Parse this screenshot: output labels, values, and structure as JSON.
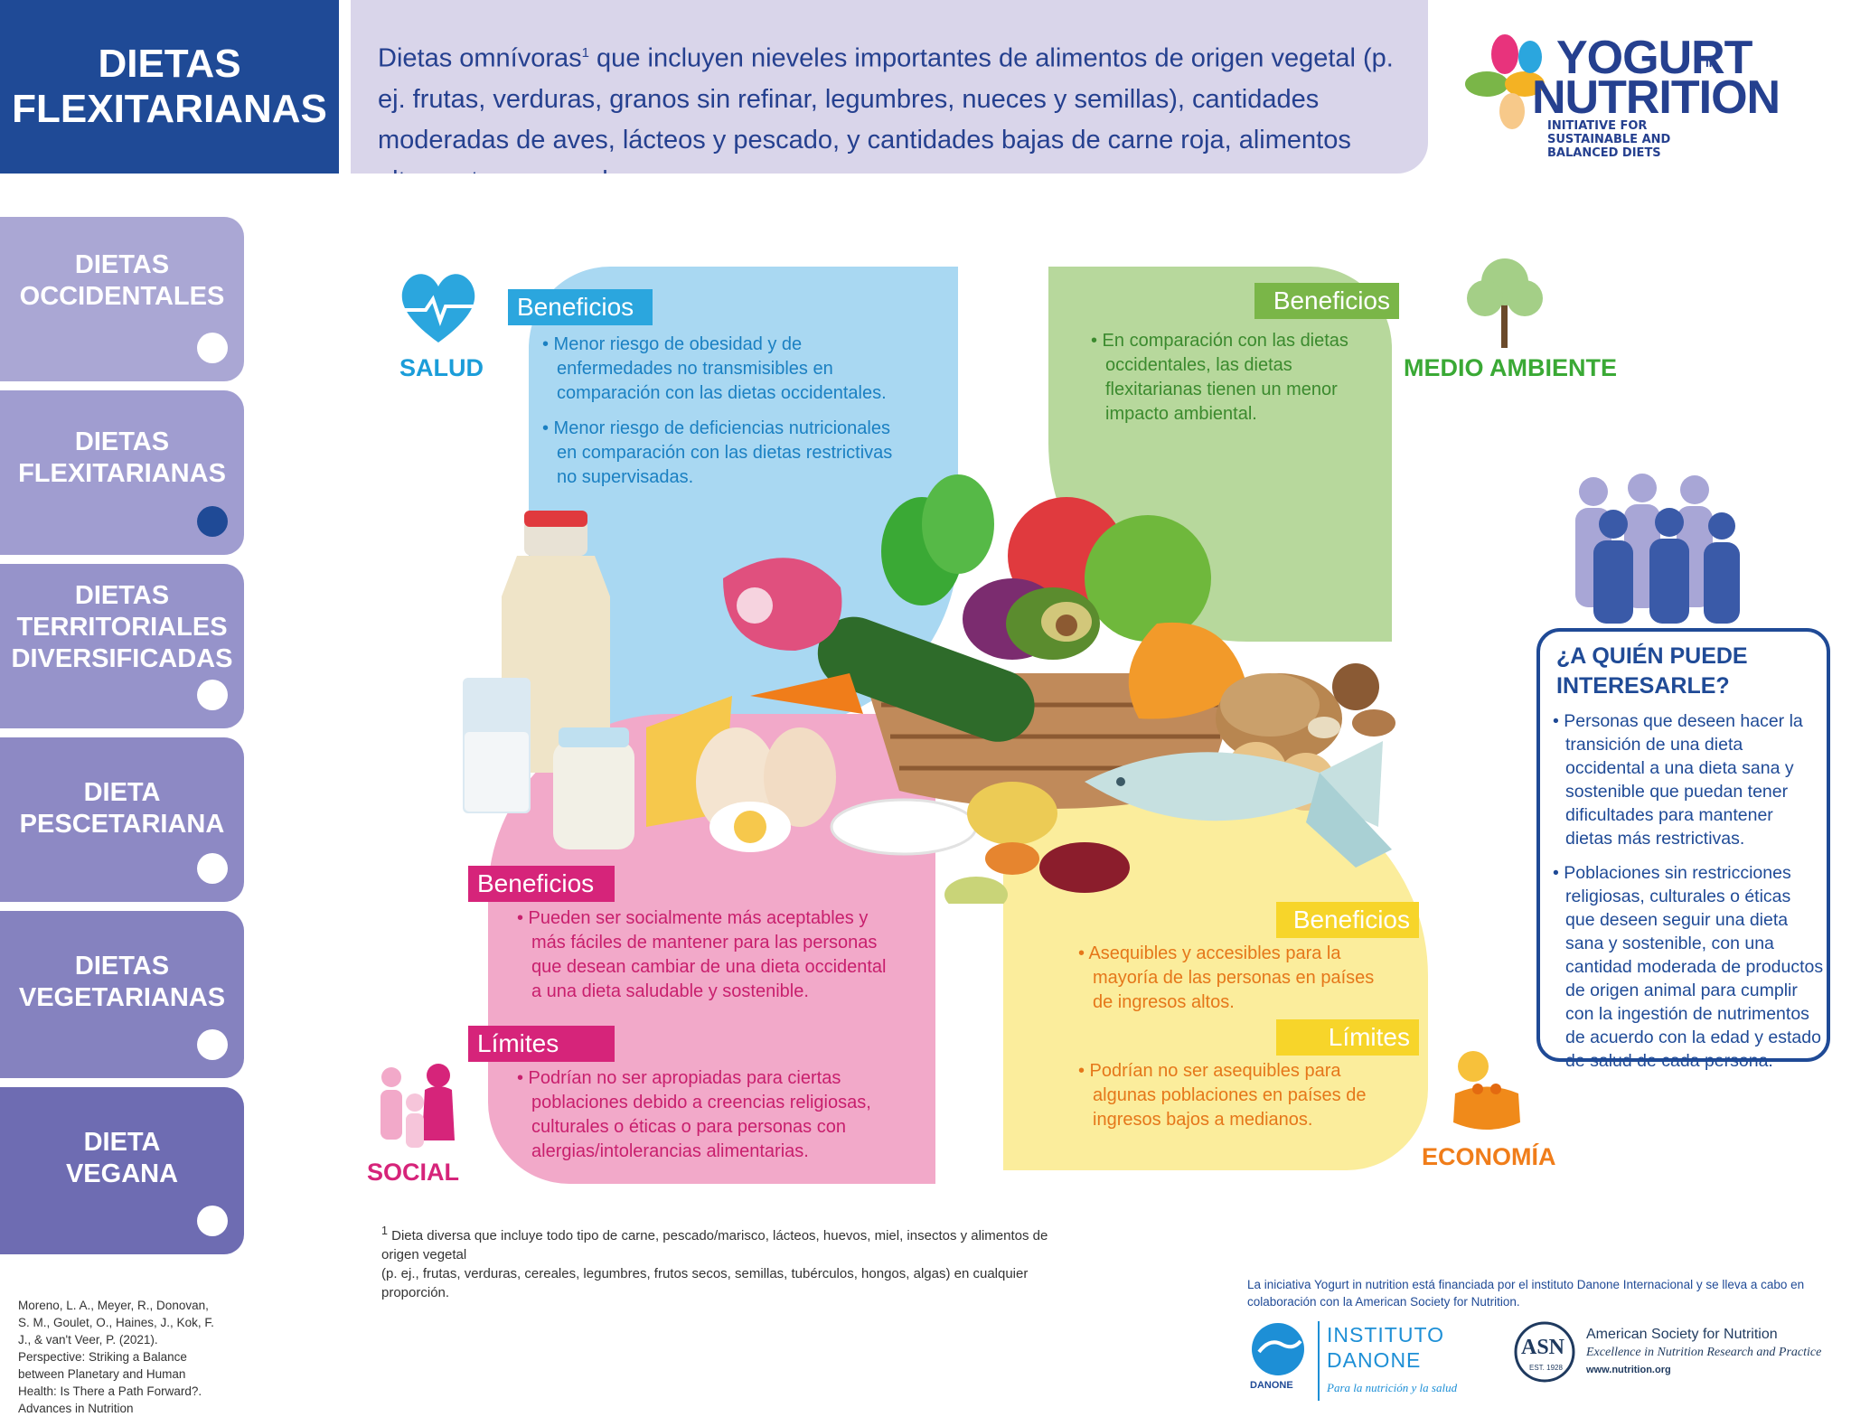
{
  "header": {
    "title_line1": "DIETAS",
    "title_line2": "FLEXITARIANAS",
    "description_pre": "Dietas omnívoras",
    "description_sup": "1",
    "description_post": " que incluyen nieveles importantes de alimentos de origen vegetal (p. ej. frutas, verduras, granos sin refinar, legumbres, nueces y semillas), cantidades moderadas de aves, lácteos y pescado, y cantidades bajas de carne roja, alimentos altamente procesados y",
    "logo_line1": "YOGURT",
    "logo_in": "IN",
    "logo_line2": "NUTRITION",
    "logo_sub": "INITIATIVE FOR SUSTAINABLE AND BALANCED DIETS"
  },
  "sidebar": {
    "items": [
      {
        "line1": "DIETAS",
        "line2": "OCCIDENTALES",
        "line3": ""
      },
      {
        "line1": "DIETAS",
        "line2": "FLEXITARIANAS",
        "line3": ""
      },
      {
        "line1": "DIETAS",
        "line2": "TERRITORIALES",
        "line3": "DIVERSIFICADAS"
      },
      {
        "line1": "DIETA",
        "line2": "PESCETARIANA",
        "line3": ""
      },
      {
        "line1": "DIETAS",
        "line2": "VEGETARIANAS",
        "line3": ""
      },
      {
        "line1": "DIETA",
        "line2": "VEGANA",
        "line3": ""
      }
    ]
  },
  "health": {
    "category": "SALUD",
    "tag": "Beneficios",
    "bullets": [
      "• Menor riesgo de obesidad y de enfermedades no transmisibles en comparación con las dietas occidentales.",
      "• Menor riesgo de deficiencias nutricionales en comparación con las dietas restrictivas no supervisadas."
    ]
  },
  "environment": {
    "category": "MEDIO AMBIENTE",
    "tag": "Beneficios",
    "bullets": [
      "• En comparación con las dietas occidentales, las dietas flexitarianas tienen un menor impacto ambiental."
    ]
  },
  "social": {
    "category": "SOCIAL",
    "tag_benefits": "Beneficios",
    "benefits": [
      "• Pueden ser socialmente más aceptables y más fáciles de mantener para las personas que desean cambiar de una dieta occidental a una dieta saludable y sostenible."
    ],
    "tag_limits": "Límites",
    "limits": [
      "• Podrían no ser apropiadas para ciertas poblaciones debido a creencias religiosas, culturales o éticas o para personas con alergias/intolerancias alimentarias."
    ]
  },
  "economy": {
    "category": "ECONOMÍA",
    "tag_benefits": "Beneficios",
    "benefits": [
      "• Asequibles y accesibles para la mayoría de las personas en países de ingresos altos."
    ],
    "tag_limits": "Límites",
    "limits": [
      "• Podrían no ser asequibles para algunas poblaciones en países de ingresos bajos a medianos."
    ]
  },
  "who": {
    "title_line1": "¿A QUIÉN PUEDE",
    "title_line2": "INTERESARLE?",
    "bullets": [
      "• Personas que deseen hacer la transición de una dieta occidental a una dieta sana y sostenible que puedan tener dificultades para mantener dietas más restrictivas.",
      "• Poblaciones sin restricciones religiosas, culturales o éticas que deseen seguir una dieta sana y sostenible, con una cantidad moderada de productos de origen animal para cumplir con la ingestión de nutrimentos de acuerdo con la edad y estado de salud de cada persona."
    ]
  },
  "footnote": {
    "sup": "1",
    "line1": " Dieta diversa que incluye todo tipo de carne, pescado/marisco, lácteos, huevos, miel, insectos y alimentos de origen vegetal",
    "line2": "(p. ej., frutas, verduras, cereales, legumbres, frutos secos, semillas, tubérculos, hongos, algas) en cualquier proporción."
  },
  "reference": "Moreno, L. A., Meyer, R., Donovan, S. M., Goulet, O., Haines, J., Kok, F. J., & van't Veer, P. (2021). Perspective: Striking a Balance between Planetary and Human Health: Is There a Path Forward?. Advances in Nutrition",
  "funding_note": "La iniciativa Yogurt in nutrition está financiada por el instituto Danone Internacional y se lleva a cabo en colaboración con la American Society for Nutrition.",
  "danone": {
    "name_line1": "INSTITUTO",
    "name_line2": "DANONE",
    "tagline": "Para la nutrición y la salud",
    "brand": "DANONE"
  },
  "asn": {
    "abbr": "ASN",
    "est": "EST. 1928",
    "name": "American Society for Nutrition",
    "tagline": "Excellence in Nutrition Research and Practice",
    "url": "www.nutrition.org"
  },
  "colors": {
    "navy": "#1f4a96",
    "health": "#1b9dd9",
    "environment": "#3aa935",
    "social": "#d6247a",
    "economy": "#f07d1a"
  }
}
